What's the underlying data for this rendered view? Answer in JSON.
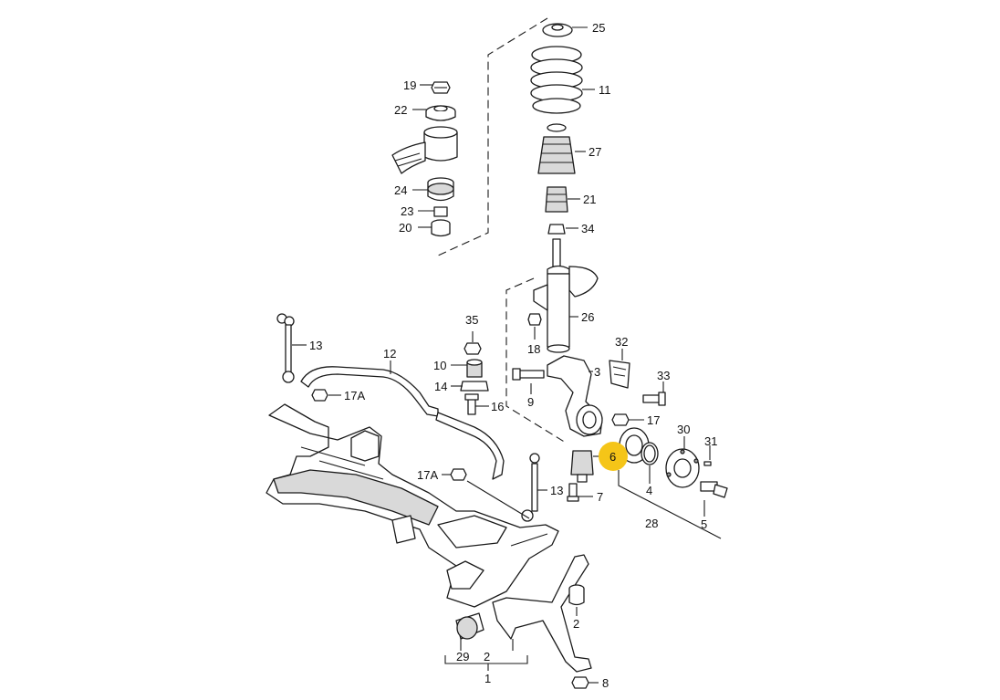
{
  "highlight": {
    "label": "6",
    "color": "#f5c518"
  },
  "callouts": [
    {
      "id": "25",
      "text": "25"
    },
    {
      "id": "11",
      "text": "11"
    },
    {
      "id": "27",
      "text": "27"
    },
    {
      "id": "21",
      "text": "21"
    },
    {
      "id": "34",
      "text": "34"
    },
    {
      "id": "26",
      "text": "26"
    },
    {
      "id": "19",
      "text": "19"
    },
    {
      "id": "22",
      "text": "22"
    },
    {
      "id": "24",
      "text": "24"
    },
    {
      "id": "23",
      "text": "23"
    },
    {
      "id": "20",
      "text": "20"
    },
    {
      "id": "35",
      "text": "35"
    },
    {
      "id": "18",
      "text": "18"
    },
    {
      "id": "10",
      "text": "10"
    },
    {
      "id": "14",
      "text": "14"
    },
    {
      "id": "16",
      "text": "16"
    },
    {
      "id": "13a",
      "text": "13"
    },
    {
      "id": "12",
      "text": "12"
    },
    {
      "id": "17Aa",
      "text": "17A"
    },
    {
      "id": "17Ab",
      "text": "17A"
    },
    {
      "id": "13b",
      "text": "13"
    },
    {
      "id": "32",
      "text": "32"
    },
    {
      "id": "33",
      "text": "33"
    },
    {
      "id": "3",
      "text": "3"
    },
    {
      "id": "9",
      "text": "9"
    },
    {
      "id": "17",
      "text": "17"
    },
    {
      "id": "30",
      "text": "30"
    },
    {
      "id": "31",
      "text": "31"
    },
    {
      "id": "6",
      "text": "6"
    },
    {
      "id": "7",
      "text": "7"
    },
    {
      "id": "4",
      "text": "4"
    },
    {
      "id": "28",
      "text": "28"
    },
    {
      "id": "5",
      "text": "5"
    },
    {
      "id": "2a",
      "text": "2"
    },
    {
      "id": "29",
      "text": "29"
    },
    {
      "id": "2b",
      "text": "2"
    },
    {
      "id": "1",
      "text": "1"
    },
    {
      "id": "8",
      "text": "8"
    }
  ]
}
